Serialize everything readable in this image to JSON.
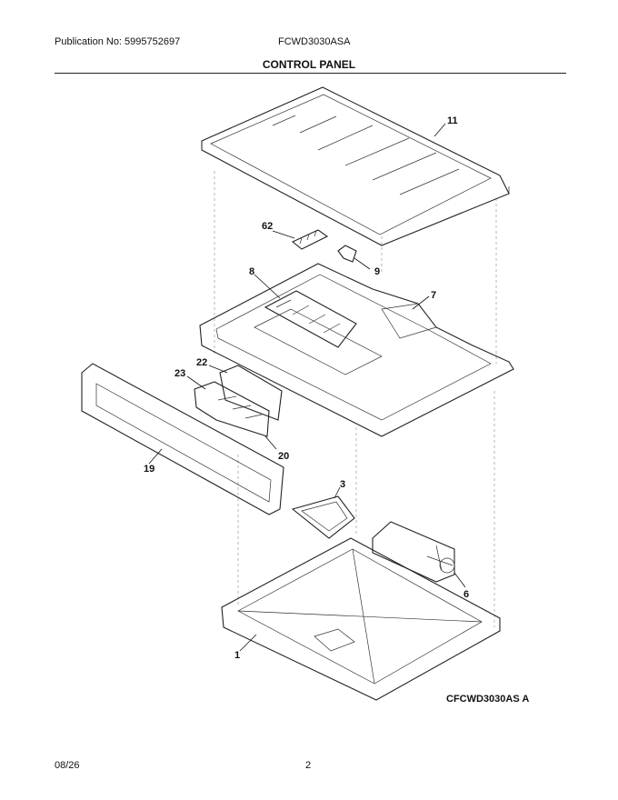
{
  "header": {
    "publication": "Publication No: 5995752697",
    "model": "FCWD3030ASA",
    "section_title": "CONTROL PANEL"
  },
  "diagram": {
    "callouts": {
      "p11": "11",
      "p62": "62",
      "p9": "9",
      "p8": "8",
      "p7": "7",
      "p22": "22",
      "p23": "23",
      "p20": "20",
      "p19": "19",
      "p3": "3",
      "p6": "6",
      "p1": "1"
    },
    "drawing_code": "CFCWD3030AS  A"
  },
  "footer": {
    "date": "08/26",
    "page": "2"
  }
}
